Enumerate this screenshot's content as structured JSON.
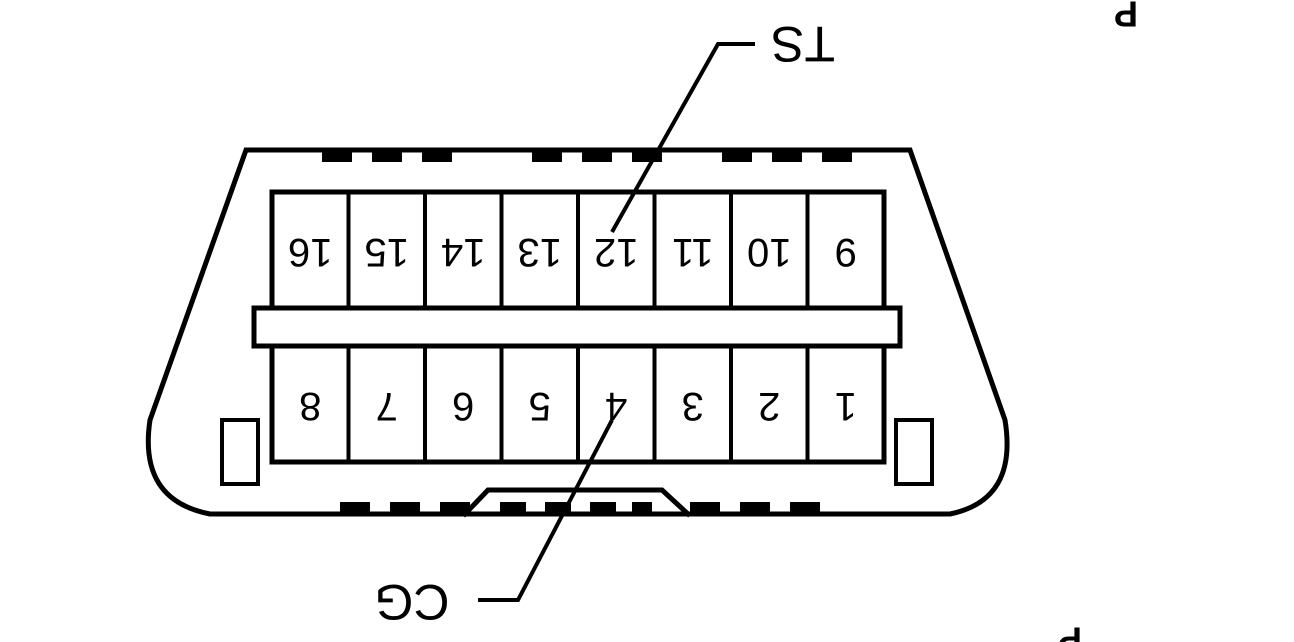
{
  "connector": {
    "top_row_pins": [
      "16",
      "15",
      "14",
      "13",
      "12",
      "11",
      "10",
      "9"
    ],
    "bottom_row_pins": [
      "8",
      "7",
      "6",
      "5",
      "4",
      "3",
      "2",
      "1"
    ]
  },
  "labels": {
    "ts": "TS",
    "cg": "CG"
  },
  "corner_marks": {
    "top_right": "P",
    "bottom_right": "P"
  },
  "colors": {
    "line": "#000000",
    "background": "#ffffff"
  }
}
